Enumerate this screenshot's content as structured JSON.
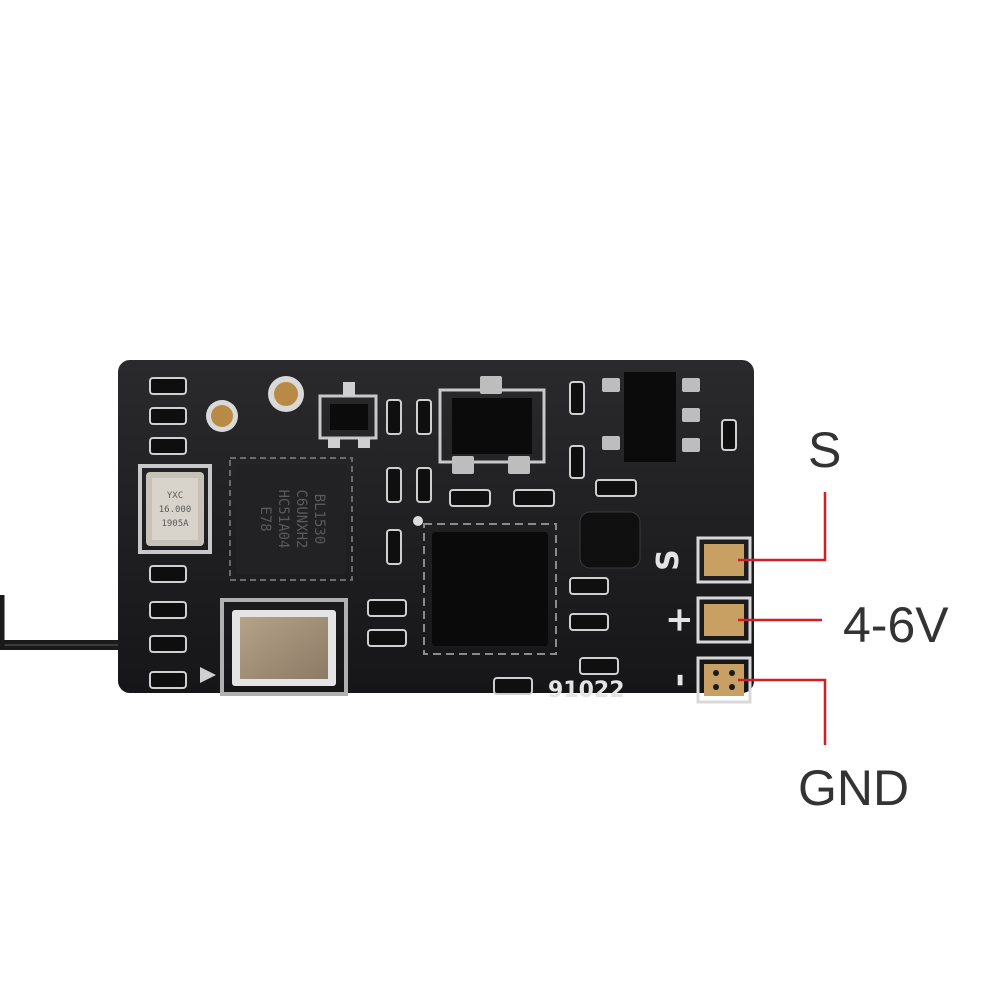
{
  "pin_labels": [
    {
      "id": "signal",
      "text": "S"
    },
    {
      "id": "power",
      "text": "4-6V"
    },
    {
      "id": "ground",
      "text": "GND"
    }
  ],
  "board": {
    "silkscreen": {
      "s": "S",
      "plus": "+",
      "minus": "-",
      "code": "91022"
    },
    "crystal_marking": [
      "YXC",
      "16.000",
      "1905A"
    ],
    "chip_marking": [
      "BL1530",
      "C6UNXH2",
      "HC51A04",
      "E78"
    ]
  },
  "colors": {
    "board": "#1c1c1e",
    "pad_copper": "#c9a063",
    "callout_line": "#d11f26",
    "callout_text": "#333333",
    "background": "#ffffff"
  }
}
